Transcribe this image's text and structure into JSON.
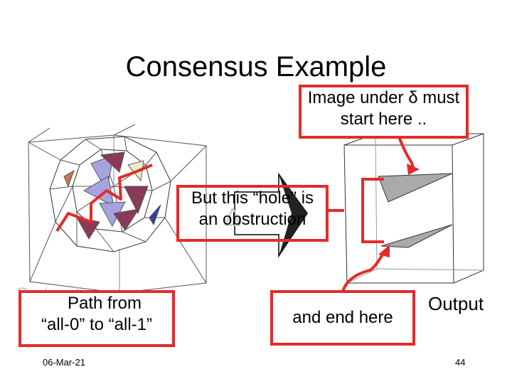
{
  "title": "Consensus Example",
  "callouts": {
    "image_under": {
      "line1": "Image under δ must",
      "line2": "start here .."
    },
    "hole": {
      "line1": "But this “hole” is",
      "line2": "an obstruction"
    },
    "path": {
      "line1": "Path from",
      "line2": "“all-0” to “all-1”"
    },
    "end_here": "and end here"
  },
  "labels": {
    "protocol": "Protocol",
    "output": "Output"
  },
  "footer": {
    "date": "06-Mar-21",
    "page": "44"
  },
  "colors": {
    "accent_red": "#e32b2b",
    "simplex_purple": "#a9a2e0",
    "simplex_maroon": "#8a3a58",
    "output_gray": "#aaaaaa"
  }
}
